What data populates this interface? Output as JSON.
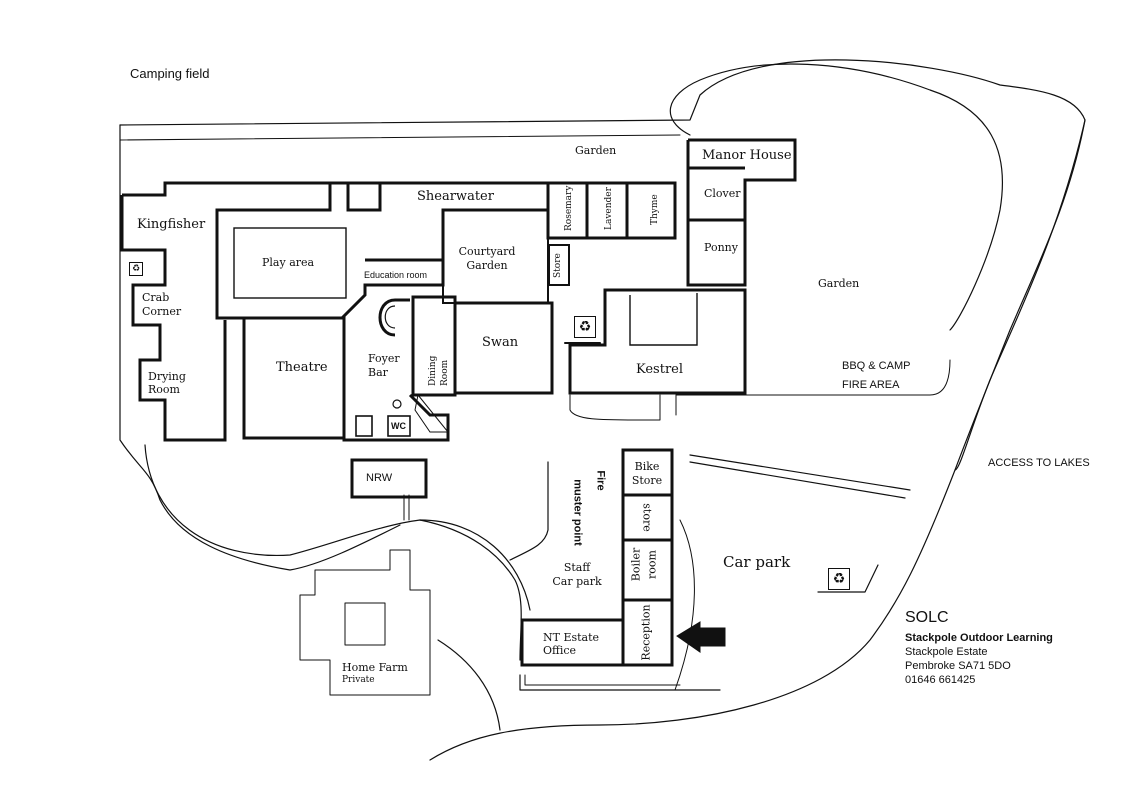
{
  "places": {
    "camping_field": "Camping field",
    "garden_top": "Garden",
    "garden_right": "Garden",
    "manor_house": "Manor House",
    "clover": "Clover",
    "ponny": "Ponny",
    "shearwater": "Shearwater",
    "rosemary": "Rosemary",
    "lavender": "Lavender",
    "thyme": "Thyme",
    "kingfisher": "Kingfisher",
    "play_area": "Play area",
    "education_room": "Education room",
    "courtyard_garden_1": "Courtyard",
    "courtyard_garden_2": "Garden",
    "store_small": "Store",
    "crab_corner_1": "Crab",
    "crab_corner_2": "Corner",
    "swan": "Swan",
    "kestrel": "Kestrel",
    "theatre": "Theatre",
    "foyer_bar_1": "Foyer",
    "foyer_bar_2": "Bar",
    "dining_room_1": "Dining",
    "dining_room_2": "Room",
    "drying_room_1": "Drying",
    "drying_room_2": "Room",
    "wc": "WC",
    "bbq_1": "BBQ & CAMP",
    "bbq_2": "FIRE AREA",
    "access_lakes": "ACCESS TO LAKES",
    "nrw": "NRW",
    "bike_store_1": "Bike",
    "bike_store_2": "Store",
    "store_vertical": "store",
    "boiler_room_1": "Boiler",
    "boiler_room_2": "room",
    "fire_muster_1": "Fire",
    "fire_muster_2": "muster point",
    "staff_car_park_1": "Staff",
    "staff_car_park_2": "Car park",
    "car_park": "Car park",
    "reception": "Reception",
    "nt_estate_office_1": "NT Estate",
    "nt_estate_office_2": "Office",
    "home_farm": "Home Farm",
    "private": "Private"
  },
  "address": {
    "title": "SOLC",
    "org": "Stackpole Outdoor Learning",
    "line1": "Stackpole Estate",
    "line2": "Pembroke SA71 5DO",
    "phone": "01646 661425"
  },
  "icons": {
    "recycle_glyph": "♻",
    "entrance_arrow": "arrow-left-icon"
  },
  "colors": {
    "ink": "#111111",
    "paper": "#ffffff"
  }
}
